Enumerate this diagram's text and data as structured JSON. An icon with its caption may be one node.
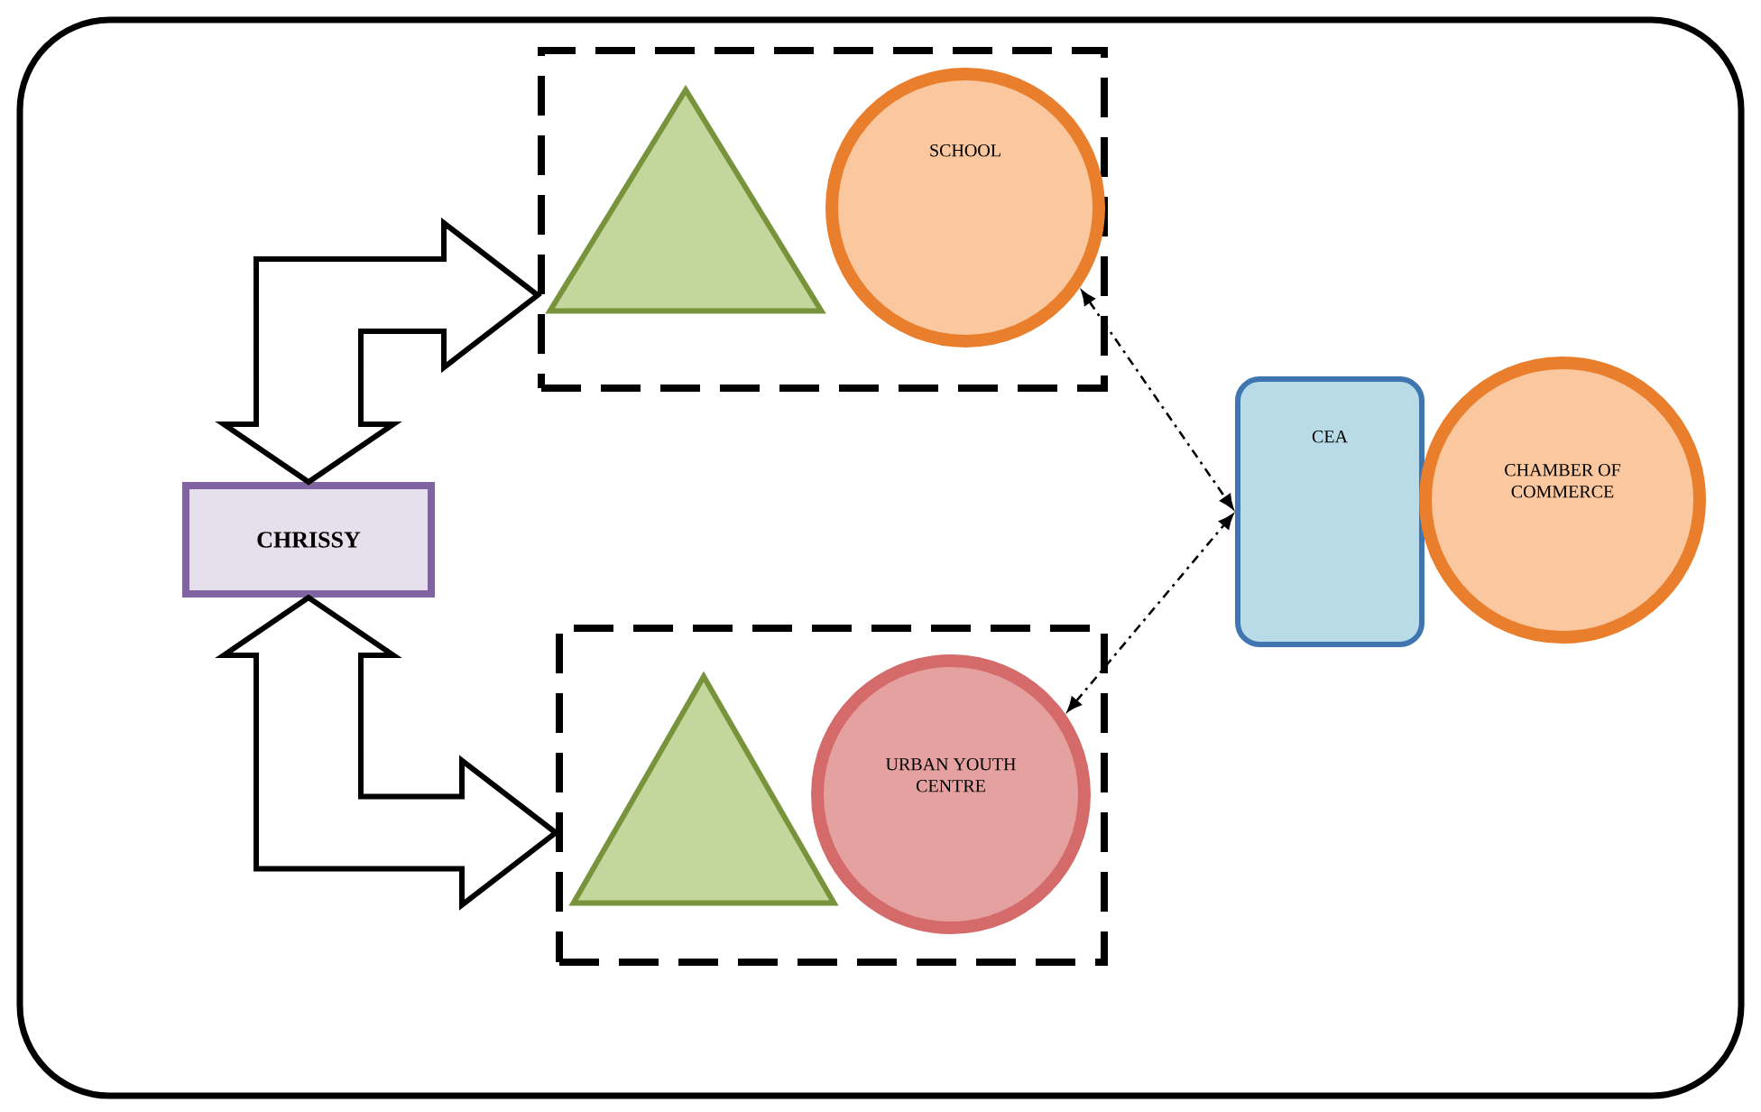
{
  "diagram": {
    "nodes": [
      {
        "text": [],
        "shape": "box"
      },
      {
        "text": [],
        "shape": "box",
        "in": 0
      },
      {
        "text": [],
        "shape": "triangle",
        "in": 1
      },
      {
        "text": [
          "SCHOOL"
        ],
        "in": 1
      },
      {
        "text": [],
        "shape": "box",
        "in": 0
      },
      {
        "text": [],
        "shape": "triangle",
        "in": 4
      },
      {
        "text": [
          "URBAN YOUTH CENTRE"
        ],
        "in": 4
      },
      {
        "text": [
          "CHRISSY"
        ],
        "in": 0
      },
      {
        "text": [
          "CEA"
        ],
        "in": 0
      },
      {
        "text": [
          "CHAMBER OF COMMERCE"
        ],
        "in": 0
      }
    ],
    "edges": [
      {
        "from": 7,
        "to": 1,
        "arrow": "both"
      },
      {
        "from": 7,
        "to": 4,
        "arrow": "both"
      },
      {
        "from": 3,
        "to": 8,
        "arrow": "both",
        "style": "dashed"
      },
      {
        "from": 6,
        "to": 8,
        "arrow": "both",
        "style": "dashed"
      }
    ]
  }
}
